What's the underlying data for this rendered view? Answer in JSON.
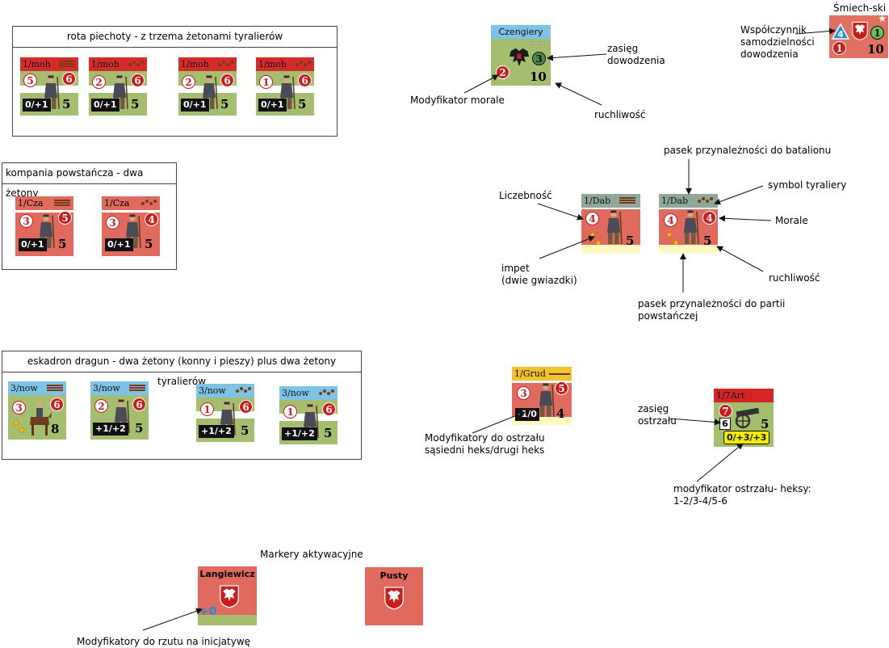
{
  "groups": {
    "infantry": {
      "title": "rota piechoty - z trzema żetonami tyralierów",
      "counters": [
        {
          "unit": "1/moh",
          "strength": "5",
          "morale": "6",
          "modifier": "0/+1",
          "movement": "5"
        },
        {
          "unit": "1/moh",
          "strength": "2",
          "morale": "6",
          "modifier": "0/+1",
          "movement": "5"
        },
        {
          "unit": "1/moh",
          "strength": "2",
          "morale": "6",
          "modifier": "0/+1",
          "movement": "5"
        },
        {
          "unit": "1/moh",
          "strength": "1",
          "morale": "6",
          "modifier": "0/+1",
          "movement": "5"
        }
      ]
    },
    "insurgent": {
      "title": "kompania powstańcza - dwa żetony",
      "counters": [
        {
          "unit": "1/Cza",
          "strength": "3",
          "morale": "5",
          "modifier": "0/+1",
          "movement": "5"
        },
        {
          "unit": "1/Cza",
          "strength": "3",
          "morale": "4",
          "modifier": "0/+1",
          "movement": "5"
        }
      ]
    },
    "dragoons": {
      "title": "eskadron dragun - dwa żetony (konny i pieszy) plus dwa żetony tyralierów",
      "counters": [
        {
          "unit": "3/now",
          "strength": "3",
          "morale": "6",
          "modifier": "",
          "movement": "8"
        },
        {
          "unit": "3/now",
          "strength": "2",
          "morale": "6",
          "modifier": "+1/+2",
          "movement": "5"
        },
        {
          "unit": "3/now",
          "strength": "1",
          "morale": "6",
          "modifier": "+1/+2",
          "movement": "5"
        },
        {
          "unit": "3/now",
          "strength": "1",
          "morale": "6",
          "modifier": "+1/+2",
          "movement": "5"
        }
      ]
    }
  },
  "leader": {
    "name": "Czengiery",
    "command_range": "3",
    "morale_mod": "2",
    "movement": "10",
    "labels": {
      "range": "zasięg\ndowodzenia",
      "morale": "Modyfikator morale",
      "movement": "ruchliwość"
    }
  },
  "leader2": {
    "name": "Śmiech-ski",
    "triangle": "4",
    "initiative": "1",
    "morale_mod": "1",
    "movement": "10",
    "label": "Współczynnik\nsamodzielności\ndowodzenia"
  },
  "dab": {
    "counters": [
      {
        "unit": "1/Dab",
        "strength": "4",
        "morale": "4",
        "movement": "5"
      },
      {
        "unit": "1/Dab",
        "strength": "4",
        "morale": "4",
        "movement": "5"
      }
    ],
    "labels": {
      "battalion_bar": "pasek przynależności do batalionu",
      "skirmish_symbol": "symbol tyraliery",
      "strength": "Liczebność",
      "morale": "Morale",
      "impetus": "impet\n(dwie gwiazdki)",
      "movement": "ruchliwość",
      "party_bar": "pasek przynależności do partii\npowstańczej"
    }
  },
  "grud": {
    "unit": "1/Grud",
    "strength": "3",
    "morale": "5",
    "modifier": "-1/0",
    "movement": "4",
    "label": "Modyfikatory do ostrzału\nsąsiedni heks/drugi heks"
  },
  "art": {
    "unit": "1/7Art",
    "morale": "7",
    "range": "6",
    "modifier": "0/+3/+3",
    "movement": "5",
    "labels": {
      "range": "zasięg\nostrzału",
      "modifier": "modyfikator ostrzału- heksy:\n1-2/3-4/5-6"
    }
  },
  "markers": {
    "title": "Markery aktywacyjne",
    "items": [
      {
        "name": "Langiewicz",
        "modifier": "+0"
      },
      {
        "name": "Pusty"
      }
    ],
    "label": "Modyfikatory do rzutu na inicjatywę"
  },
  "colors": {
    "counter_green": "#a5bd6e",
    "counter_red": "#e06a5d",
    "header_red": "#d62b2b",
    "header_blue": "#7ec3e6",
    "header_grey": "#8fa89a",
    "header_yellow": "#f2c12e"
  },
  "icons": [
    "soldier-icon",
    "cavalry-icon",
    "cannon-icon",
    "polish-eagle-icon",
    "russian-eagle-icon",
    "star-icon",
    "skirmish-symbol-icon",
    "battalion-bars-icon"
  ]
}
